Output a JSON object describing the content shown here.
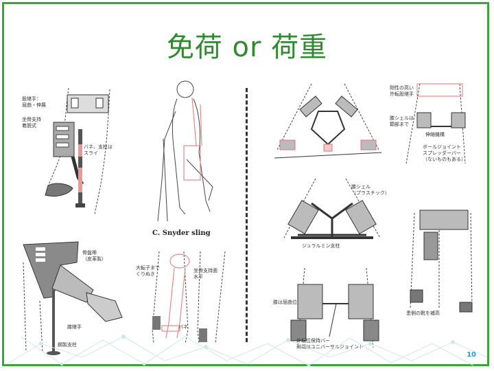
{
  "slide": {
    "title": "免荷 or 荷重",
    "page_number": "10",
    "accent_color": "#2e8b2e",
    "border_color": "#3aa33a"
  },
  "left_panels": {
    "p1": {
      "label_1": "股継手：\n屈曲・伸展",
      "label_2": "坐骨支持\n着脱式",
      "label_3": "バネ、支柱は\nスライ"
    },
    "p2": {
      "caption": "C. Snyder sling"
    },
    "p3": {
      "label_1": "骨盤帯\n（皮革製）",
      "label_2": "膝継手",
      "label_3": "鋼製支柱"
    },
    "p4": {
      "label_1": "大転子まで\nくりぬき",
      "label_2": "坐骨支持面\n水平",
      "label_3": "バネ"
    }
  },
  "right_panels": {
    "p5": {},
    "p6": {
      "label_1": "剛性の高い\n外転股継手",
      "label_2": "膝シェルは\n顆部まで",
      "label_3": "伸縮機構",
      "label_4": "ボールジョイント\nスプレッダーバー\n（ないものもある）"
    },
    "p7": {
      "label_1": "膝シェル\n（プラスチック）",
      "label_2": "ジュラルミン支柱"
    },
    "p8": {
      "label_1": "患側の靴を補高"
    },
    "p9": {
      "label_1": "膝は屈曲位",
      "label_2": "外転位保持バー\n両端はユニバーサルジョイント"
    }
  }
}
